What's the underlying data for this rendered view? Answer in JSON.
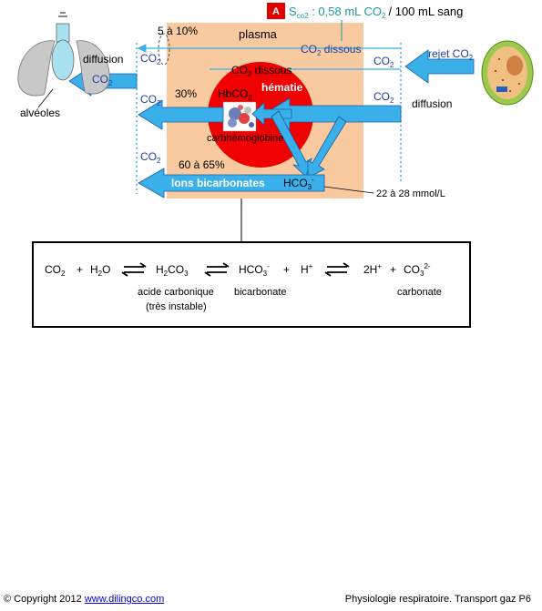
{
  "header": {
    "badge": "A",
    "saturation_symbol": "S",
    "saturation_sub": "co2",
    "saturation_value": "0,58 mL CO",
    "saturation_value_sub": "2",
    "saturation_suffix": "/ 100 mL sang"
  },
  "left": {
    "diffusion": "diffusion",
    "alveoles": "alvéoles"
  },
  "right": {
    "rejet": "rejet CO",
    "rejet_sub": "2",
    "diffusion": "diffusion"
  },
  "plasma": {
    "label": "plasma",
    "pct_dissous": "5 à 10%",
    "co2_dissous": "CO",
    "co2_dissous_sub": "2",
    "co2_dissous_suffix": " dissous"
  },
  "hematie": {
    "label": "hématie",
    "co2_dissous": "CO",
    "co2_dissous_sub": "2",
    "co2_dissous_suffix": " dissous",
    "hbco2": "HbCO",
    "hbco2_sub": "2",
    "carbhemo": "carbhémoglobine",
    "pct": "30%"
  },
  "bicarbonates": {
    "pct": "60 à 65%",
    "label": "Ions bicarbonates",
    "hco3": "HCO",
    "hco3_sub": "3",
    "hco3_sup": "-",
    "conc": "22 à 28 mmol/L"
  },
  "co2_labels": {
    "base": "CO",
    "sub": "2"
  },
  "equation": {
    "co2": "CO",
    "co2_sub": "2",
    "plus": "+",
    "h2o_a": "H",
    "h2o_sub": "2",
    "h2o_b": "O",
    "h2co3_a": "H",
    "h2co3_sub1": "2",
    "h2co3_b": "CO",
    "h2co3_sub2": "3",
    "hco3": "HCO",
    "hco3_sub": "3",
    "hco3_sup": "-",
    "h": "H",
    "h_sup": "+",
    "twoh": "2H",
    "twoh_sup": "+",
    "co3": "CO",
    "co3_sub": "3",
    "co3_sup": "2-",
    "acide": "acide carbonique",
    "instable": "(très instable)",
    "bicarbonate": "bicarbonate",
    "carbonate": "carbonate"
  },
  "footer": {
    "copyright": "© Copyright 2012",
    "link": "www.dilingco.com",
    "page": "Physiologie respiratoire. Transport gaz P6"
  },
  "colors": {
    "plasma_bg": "#f9c9a0",
    "arrow_blue": "#3ab0ea",
    "arrow_stroke": "#1a5fa6",
    "hematie_red": "#f00000",
    "badge_red": "#e00000",
    "text_blue": "#1f3fa0",
    "teal": "#1a9a9a"
  }
}
